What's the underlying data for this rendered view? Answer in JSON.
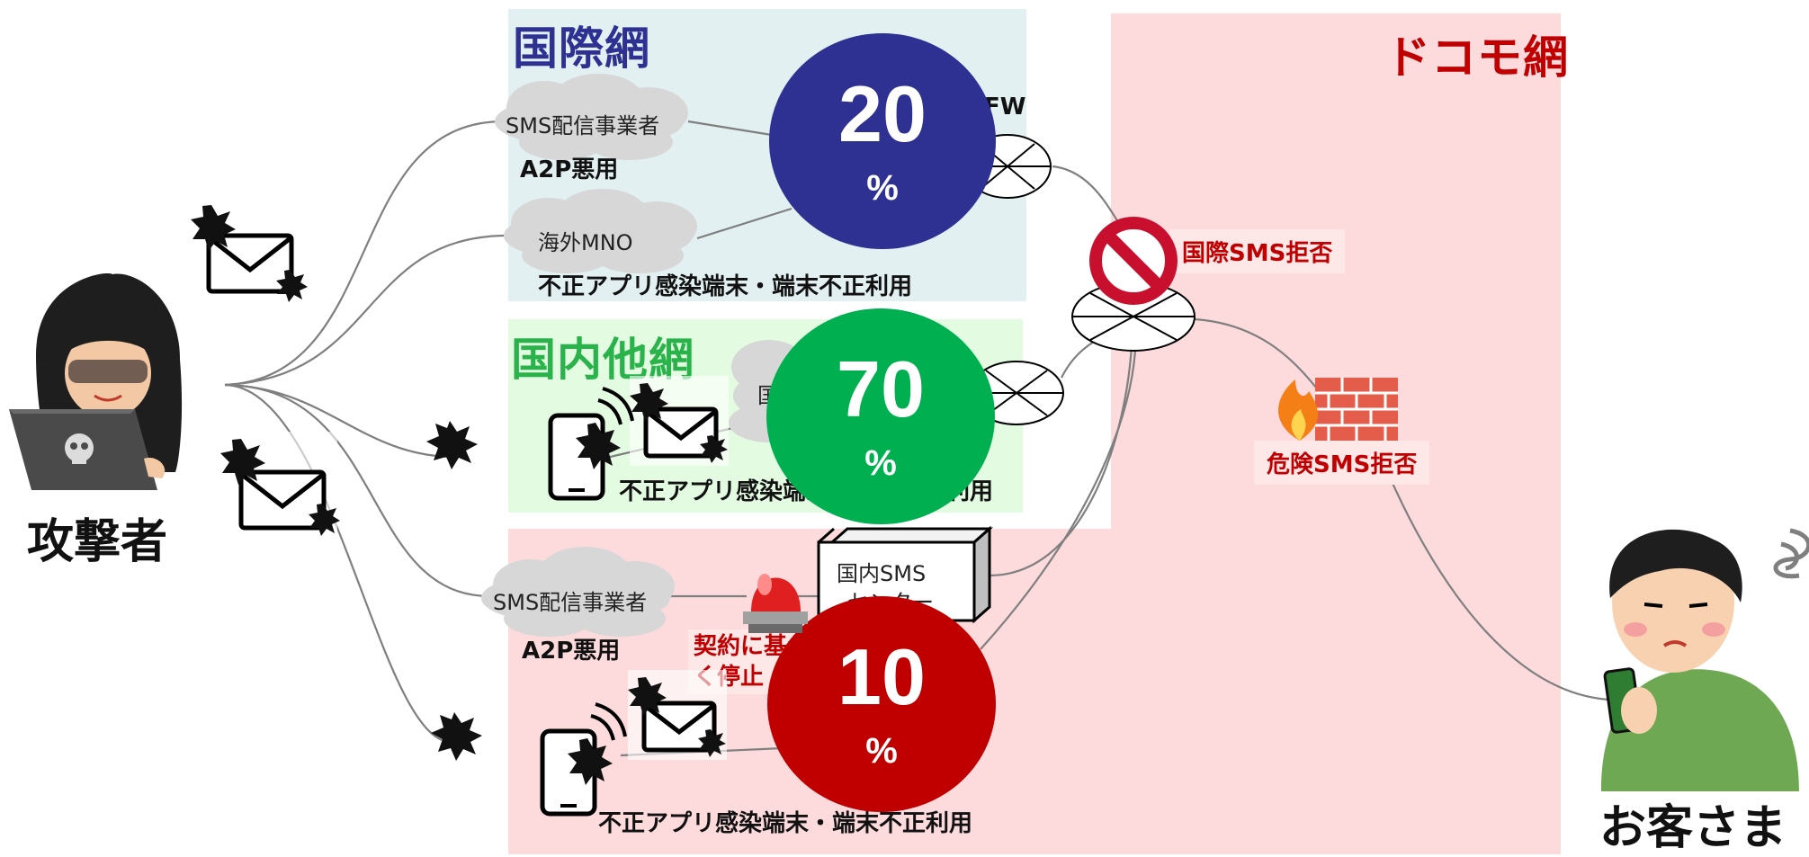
{
  "regions": {
    "international": {
      "title": "国際網",
      "color": "#2e3192"
    },
    "domestic_other": {
      "title": "国内他網",
      "color": "#2ab34a"
    },
    "docomo": {
      "title": "ドコモ網",
      "color": "#c00000"
    }
  },
  "actors": {
    "attacker": {
      "label": "攻撃者"
    },
    "customer": {
      "label": "お客さま"
    }
  },
  "nodes": {
    "sms_vendor_1": {
      "label": "SMS配信事業者"
    },
    "overseas_mno": {
      "label": "海外MNO"
    },
    "domestic_partial": {
      "label": "国"
    },
    "sms_vendor_2": {
      "label": "SMS配信事業者"
    },
    "domestic_sms_center": {
      "line1": "国内SMS",
      "line2": "センター"
    },
    "fw": {
      "label": "FW"
    }
  },
  "annotations": {
    "a2p_abuse_1": "A2P悪用",
    "infected_1": "不正アプリ感染端末・端末不正利用",
    "infected_2": "不正アプリ感染端末・端末不正利用",
    "a2p_abuse_2": "A2P悪用",
    "infected_3": "不正アプリ感染端末・端末不正利用",
    "contract_stop": "契約に基づく停止",
    "intl_sms_reject": "国際SMS拒否",
    "danger_sms_reject": "危険SMS拒否"
  },
  "share": {
    "international": {
      "value": "20",
      "unit": "%",
      "color": "#2e3192"
    },
    "domestic_other": {
      "value": "70",
      "unit": "%",
      "color": "#00b050"
    },
    "docomo": {
      "value": "10",
      "unit": "%",
      "color": "#c00000"
    }
  },
  "icons": [
    "hacker-icon",
    "virus-mail-icon",
    "virus-icon",
    "infected-smartphone-icon",
    "siren-icon",
    "prohibited-icon",
    "firewall-icon",
    "customer-icon",
    "router-icon"
  ]
}
